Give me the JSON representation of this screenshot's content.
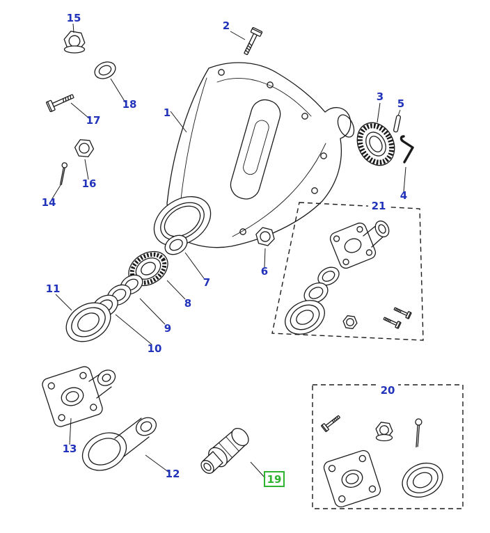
{
  "diagram": {
    "kind": "exploded-parts-diagram",
    "subject": "Differential assembly exploded view",
    "background": "#ffffff",
    "line_color": "#1a1a1a",
    "label_color": "#2233bb",
    "highlight_color": "#2db32d",
    "selected_callout": "19"
  },
  "callouts": {
    "c1": "1",
    "c2": "2",
    "c3": "3",
    "c4": "4",
    "c5": "5",
    "c6": "6",
    "c7": "7",
    "c8": "8",
    "c9": "9",
    "c10": "10",
    "c11": "11",
    "c12": "12",
    "c13": "13",
    "c14": "14",
    "c15": "15",
    "c16": "16",
    "c17": "17",
    "c18": "18",
    "c19": "19",
    "c20": "20",
    "c21": "21"
  }
}
